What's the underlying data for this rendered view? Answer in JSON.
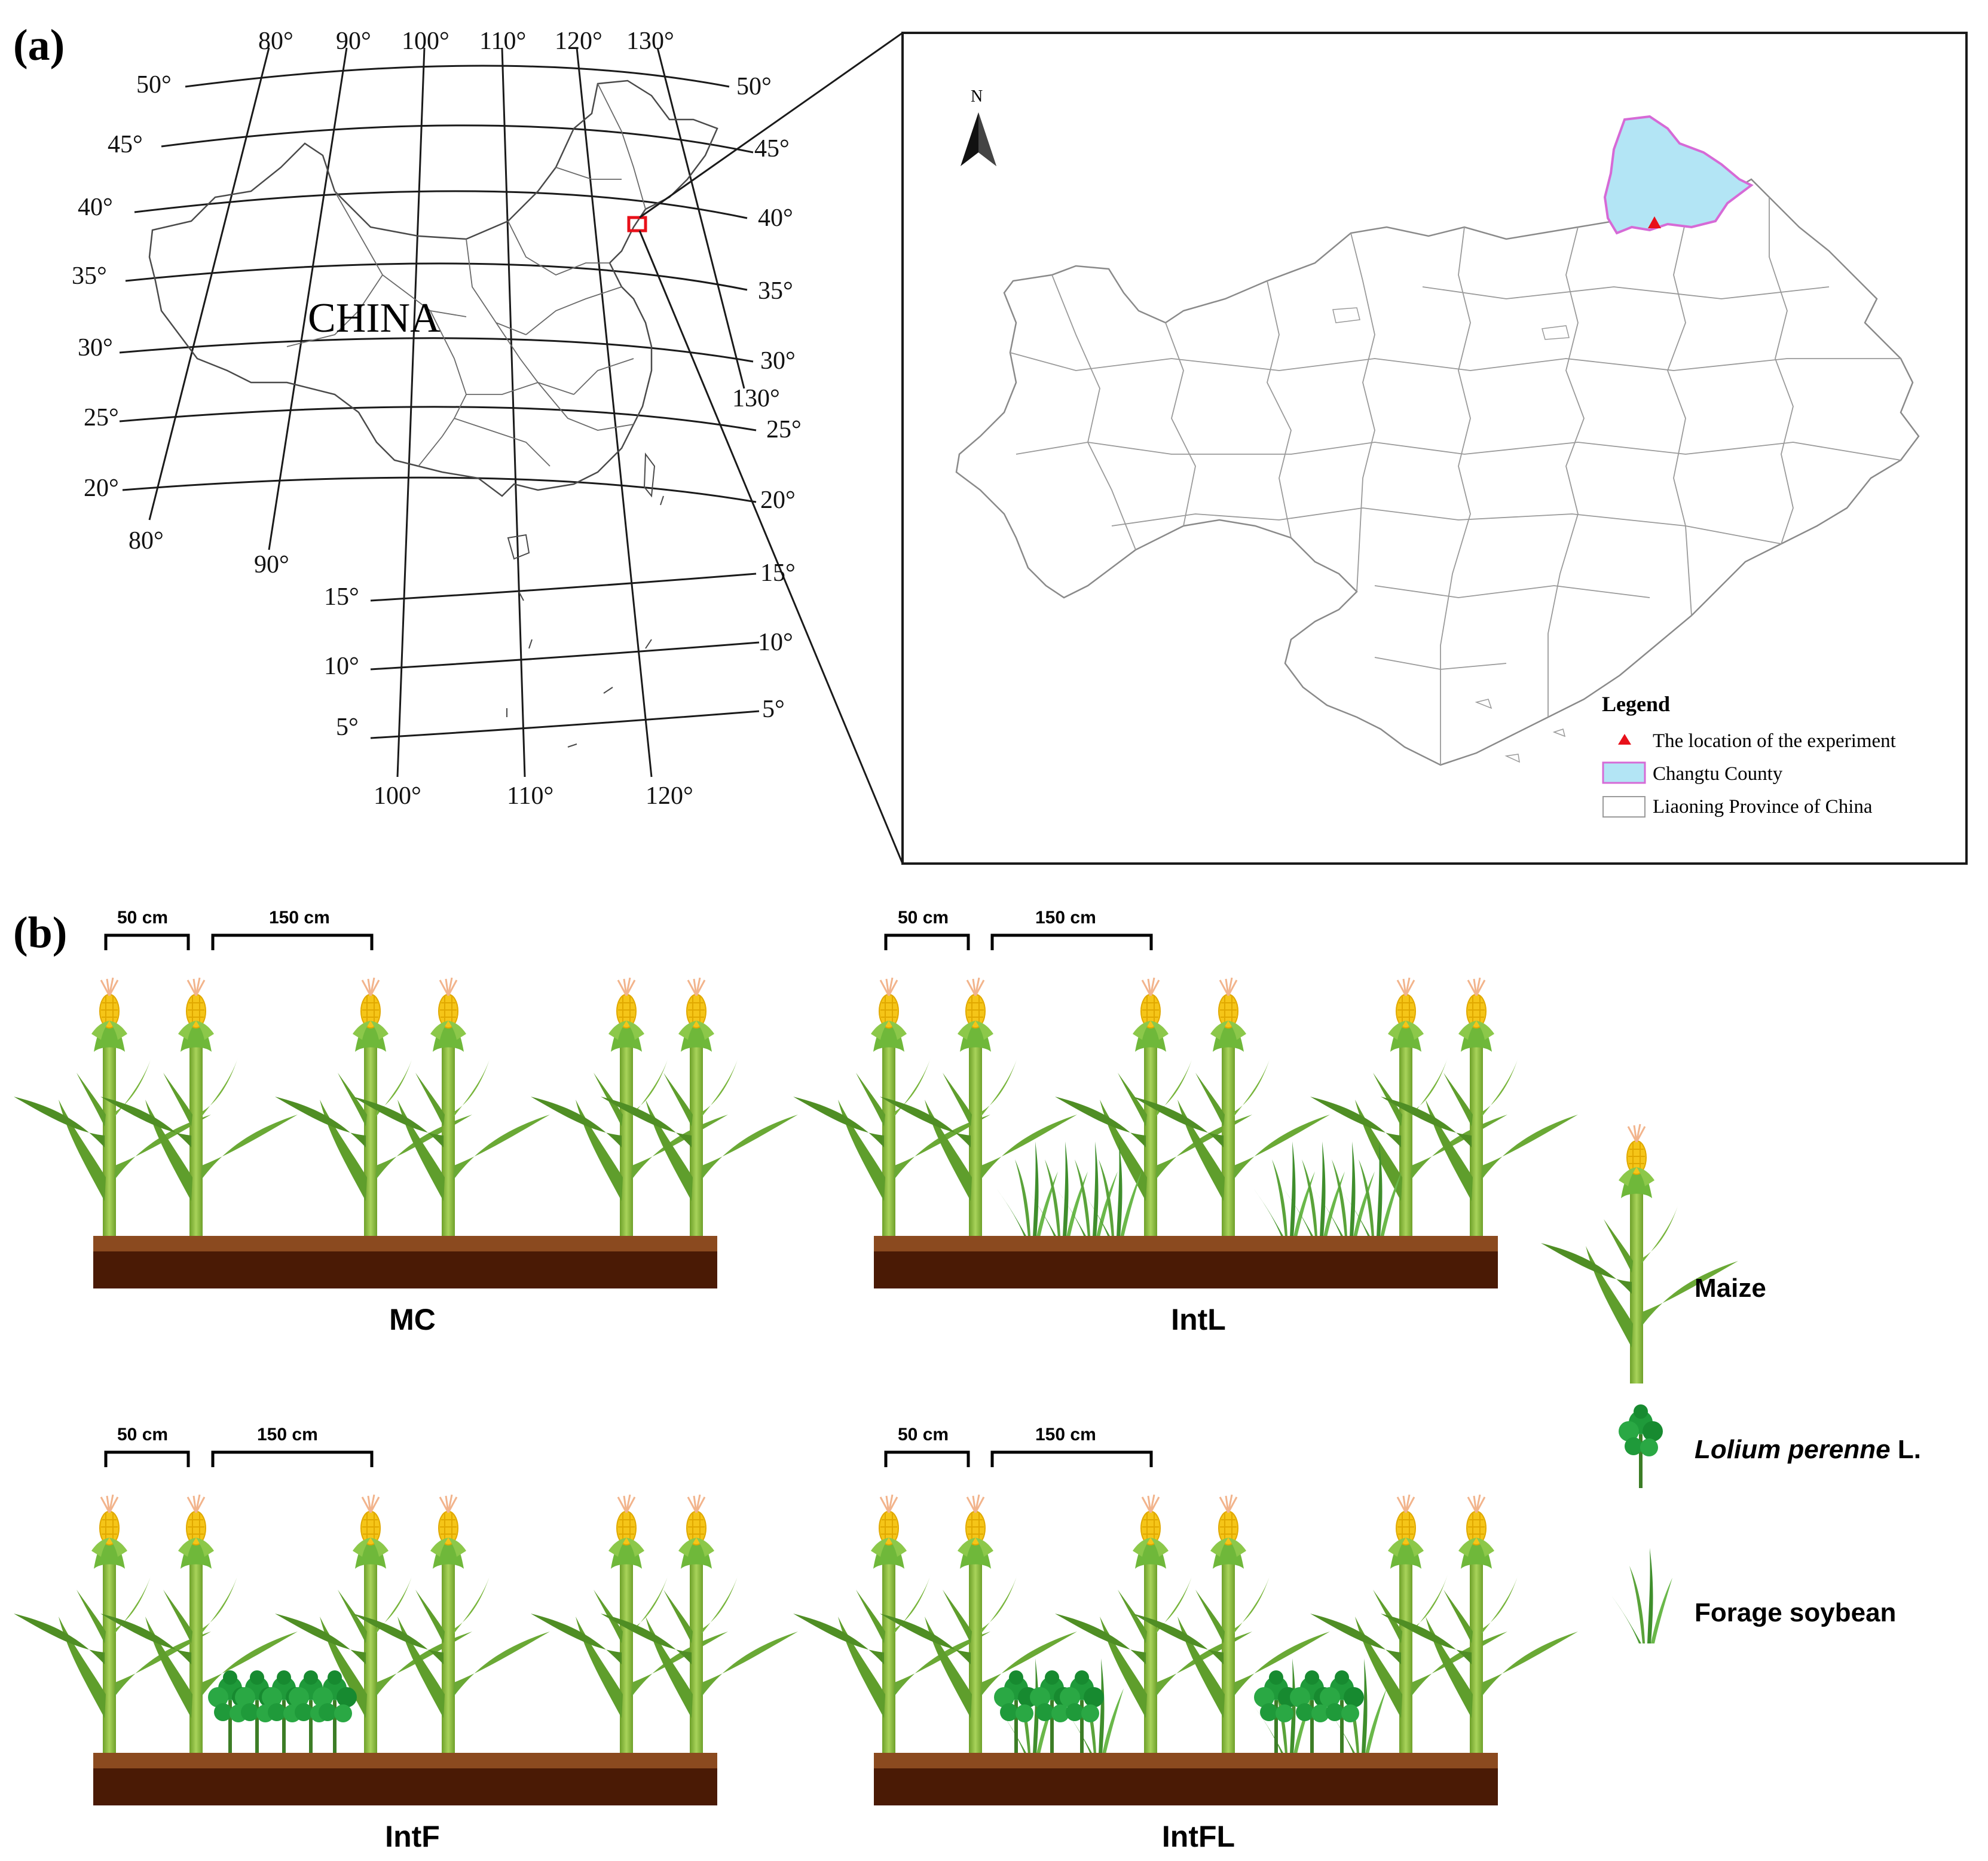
{
  "panel_a": {
    "label": "(a)",
    "country_label": "CHINA",
    "lon_labels_top": [
      "80°",
      "90°",
      "100°",
      "110°",
      "120°",
      "130°"
    ],
    "lat_labels_left": [
      "50°",
      "45°",
      "40°",
      "35°",
      "30°",
      "25°",
      "20°"
    ],
    "lat_labels_right": [
      "50°",
      "45°",
      "40°",
      "35°",
      "30°",
      "25°",
      "20°",
      "15°",
      "10°",
      "5°"
    ],
    "lat_labels_lower_left": [
      "15°",
      "10°",
      "5°"
    ],
    "lon_labels_bottom": [
      "80°",
      "90°",
      "100°",
      "110°",
      "120°",
      "130°"
    ],
    "inset": {
      "north_label": "N",
      "legend": {
        "title": "Legend",
        "items": [
          {
            "label": "The location of the experiment",
            "symbol": "triangle",
            "color": "#e8101a"
          },
          {
            "label": "Changtu County",
            "symbol": "fill",
            "color": "#b3e5f5",
            "border": "#d66ad6"
          },
          {
            "label": "Liaoning Province of China",
            "symbol": "outline",
            "color": "#ffffff",
            "border": "#9a9a9a"
          }
        ]
      }
    }
  },
  "panel_b": {
    "label": "(b)",
    "scale_small": "50 cm",
    "scale_large": "150 cm",
    "scenarios": [
      {
        "name": "MC",
        "intercrop": "none"
      },
      {
        "name": "IntL",
        "intercrop": "grass"
      },
      {
        "name": "IntF",
        "intercrop": "bush"
      },
      {
        "name": "IntFL",
        "intercrop": "mixed"
      }
    ],
    "legend": [
      {
        "label": "Maize",
        "icon": "maize-icon"
      },
      {
        "label_italic": "Lolium perenne",
        "label_suffix": " L.",
        "icon": "bush-icon"
      },
      {
        "label": "Forage soybean",
        "icon": "grass-icon"
      }
    ]
  },
  "colors": {
    "soil_top": "#8b4a1f",
    "soil_body": "#4a1a05",
    "stalk": "#8cbf3f",
    "leaf": "#5f9e2c",
    "cob": "#f5c518",
    "husk": "#6fb83a",
    "tassel": "#f2b48c",
    "grass": "#5aa33a",
    "bush": "#1f9a3a",
    "red_marker": "#e8101a"
  }
}
